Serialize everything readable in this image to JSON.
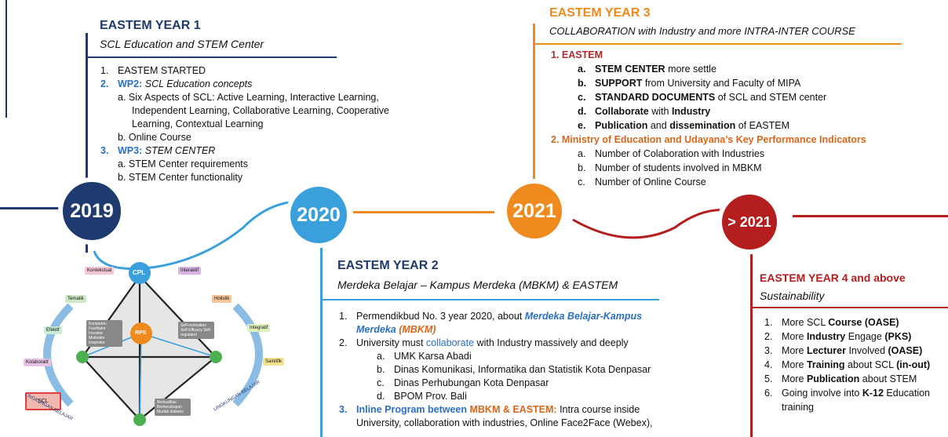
{
  "colors": {
    "navy": "#1e3a6e",
    "blue": "#3aa0dc",
    "orange": "#ef8a1f",
    "red": "#b51e1e"
  },
  "years": {
    "y2019": "2019",
    "y2020": "2020",
    "y2021": "2021",
    "y2022": "> 2021"
  },
  "year1": {
    "title": "EASTEM YEAR 1",
    "subtitle": "SCL Education and STEM Center",
    "items": {
      "i1n": "1.",
      "i1": "EASTEM STARTED",
      "i2n": "2.",
      "i2a": "WP2:",
      "i2b": "SCL Education concepts",
      "i2_a1": "a. Six Aspects of SCL: Active Learning, Interactive Learning,",
      "i2_a2": "Independent Learning, Collaborative Learning, Cooperative",
      "i2_a3": "Learning, Contextual Learning",
      "i2_b": "b. Online Course",
      "i3n": "3.",
      "i3a": "WP3:",
      "i3b": "STEM CENTER",
      "i3_a": "a.  STEM Center requirements",
      "i3_b": "b.  STEM Center functionality"
    }
  },
  "year2": {
    "title": "EASTEM YEAR 2",
    "subtitle": "Merdeka Belajar – Kampus Merdeka (MBKM) & EASTEM",
    "items": {
      "i1n": "1.",
      "i1a": "Permendikbud No. 3 year 2020, about ",
      "i1b": "Merdeka Belajar-Kampus",
      "i1c": "Merdeka",
      "i1d": "(MBKM)",
      "i2n": "2.",
      "i2a": "University must ",
      "i2b": "collaborate",
      "i2c": " with Industry massively and deeply",
      "s_a": "a.",
      "s_a_t": "UMK Karsa Abadi",
      "s_b": "b.",
      "s_b_t": "Dinas Komunikasi, Informatika dan Statistik Kota Denpasar",
      "s_c": "c.",
      "s_c_t": "Dinas Perhubungan Kota Denpasar",
      "s_d": "d.",
      "s_d_t": "BPOM Prov. Bali",
      "i3n": "3.",
      "i3a": "Inline Program between ",
      "i3b": "MBKM & EASTEM:",
      "i3c": " Intra course inside",
      "i3d": "University, collaboration with industries, Online Face2Face (Webex),"
    }
  },
  "year3": {
    "title": "EASTEM YEAR 3",
    "subtitle": "COLLABORATION with Industry and more INTRA-INTER COURSE",
    "items": {
      "h1": "1.  EASTEM",
      "a": "a.",
      "a1": "STEM CENTER",
      "a2": " more settle",
      "b": "b.",
      "b1": "SUPPORT",
      "b2": " from University and Faculty of MIPA",
      "c": "c.",
      "c1": "STANDARD DOCUMENTS",
      "c2": " of SCL and STEM center",
      "d": "d.",
      "d1": "Collaborate",
      "d2": " with ",
      "d3": "Industry",
      "e": "e.",
      "e1": "Publication",
      "e2": " and ",
      "e3": "dissemination",
      "e4": " of EASTEM",
      "h2": "2.  Ministry of Education and Udayana’s Key Performance Indicators",
      "k_a": "a.",
      "k_a_t": "Number of Colaboration with Industries",
      "k_b": "b.",
      "k_b_t": "Number of students involved in MBKM",
      "k_c": "c.",
      "k_c_t": "Number of Online Course"
    }
  },
  "year4": {
    "title": "EASTEM YEAR 4 and above",
    "subtitle": "Sustainability",
    "items": {
      "n1": "1.",
      "t1a": "More SCL ",
      "t1b": "Course (OASE)",
      "n2": "2.",
      "t2a": "More ",
      "t2b": "Industry",
      "t2c": " Engage ",
      "t2d": "(PKS)",
      "n3": "3.",
      "t3a": "More ",
      "t3b": "Lecturer",
      "t3c": " Involved ",
      "t3d": "(OASE)",
      "n4": "4.",
      "t4a": "More ",
      "t4b": "Training",
      "t4c": " about SCL ",
      "t4d": "(in-out)",
      "n5": "5.",
      "t5a": "More ",
      "t5b": "Publication",
      "t5c": " about STEM",
      "n6": "6.",
      "t6a": "Going involve into ",
      "t6b": "K-12",
      "t6c": " Education",
      "t6d": "training"
    }
  },
  "scl_diagram": {
    "cpl": "CPL",
    "rps": "RPS",
    "labels": {
      "kontekstual": "Kontekstual",
      "interaktif": "Interaktif",
      "tematik": "Tematik",
      "holistik": "Holistik",
      "efektif": "Efektif",
      "integratif": "Integratif",
      "kolaboratif": "Kolaboratif",
      "saintifik": "Saintifik",
      "scl": "SCL"
    },
    "left_box": "Kompeten Fasilitator Inovator Motivator Inspirator",
    "right_box": "Self-motivation Self-Efficacy Self-regulated",
    "bottom_box": "Berkualitas Berkecukupan Mudah diakses",
    "arc_left": "LINGKUNGAN BELAJAR",
    "arc_right": "LINGKUNGAN BELAJAR"
  }
}
